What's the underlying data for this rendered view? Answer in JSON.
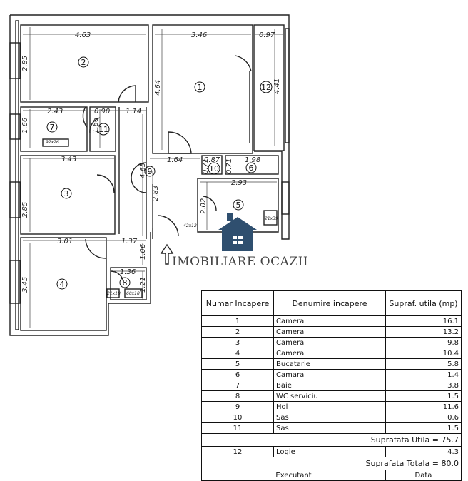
{
  "rooms": [
    {
      "id": "1",
      "name": "Camera",
      "area": "16.1"
    },
    {
      "id": "2",
      "name": "Camera",
      "area": "13.2"
    },
    {
      "id": "3",
      "name": "Camera",
      "area": "9.8"
    },
    {
      "id": "4",
      "name": "Camera",
      "area": "10.4"
    },
    {
      "id": "5",
      "name": "Bucatarie",
      "area": "5.8"
    },
    {
      "id": "6",
      "name": "Camara",
      "area": "1.4"
    },
    {
      "id": "7",
      "name": "Baie",
      "area": "3.8"
    },
    {
      "id": "8",
      "name": "WC serviciu",
      "area": "1.5"
    },
    {
      "id": "9",
      "name": "Hol",
      "area": "11.6"
    },
    {
      "id": "10",
      "name": "Sas",
      "area": "0.6"
    },
    {
      "id": "11",
      "name": "Sas",
      "area": "1.5"
    },
    {
      "id": "12",
      "name": "Logie",
      "area": "4.3"
    }
  ],
  "table": {
    "col_number": "Numar Incapere",
    "col_name": "Denumire incapere",
    "col_area": "Supraf. utila (mp)",
    "useful_total": "Suprafata Utila = 75.7",
    "grand_total": "Suprafata Totala = 80.0",
    "footer_left": "Executant",
    "footer_right": "Data"
  },
  "dimensions": {
    "d463": "4.63",
    "d346": "3.46",
    "d097": "0.97",
    "d285a": "2.85",
    "d464": "4.64",
    "d441": "4.41",
    "d243": "2.43",
    "d090": "0.90",
    "d114": "1.14",
    "d166a": "1.66",
    "d166b": "1.66",
    "d343": "3.43",
    "d164": "1.64",
    "d087": "0.87",
    "d198": "1.98",
    "d071a": "0.71",
    "d071b": "0.71",
    "d465": "4.65",
    "d293": "2.93",
    "d285b": "2.85",
    "d283": "2.83",
    "d202": "2.02",
    "d301": "3.01",
    "d137": "1.37",
    "d106": "1.06",
    "d136": "1.36",
    "d345": "3.45",
    "d121": "1.21"
  },
  "fixtures": {
    "f92x26": "92x26",
    "f21x39": "21x39",
    "f42x12": "42x12",
    "f21x18": "21x18",
    "f60x18": "60x18"
  },
  "logo": {
    "text": "IMOBILIARE OCAZII",
    "color": "#2f4f6f"
  }
}
